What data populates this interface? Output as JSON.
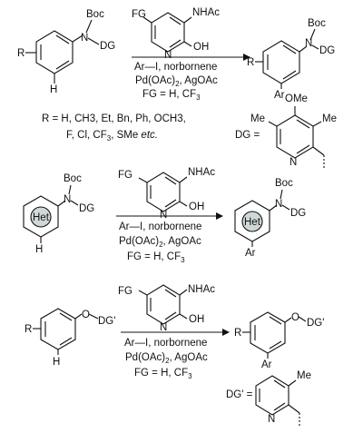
{
  "reactions": [
    {
      "id": "aniline",
      "reactant": {
        "r_label": "R",
        "n_label": "N",
        "boc": "Boc",
        "dg": "DG",
        "h": "H"
      },
      "reagent": {
        "fg": "FG",
        "nhac": "NHAc",
        "n": "N",
        "oh": "OH"
      },
      "conditions": {
        "line1": "Ar—I, norbornene",
        "line2_pre": "Pd(OAc)",
        "line2_sub": "2",
        "line2_post": ", AgOAc",
        "line3_pre": "FG = H, CF",
        "line3_sub": "3"
      },
      "product": {
        "r_label": "R",
        "n_label": "N",
        "boc": "Boc",
        "dg": "DG",
        "ar": "Ar"
      }
    },
    {
      "id": "heteroaryl",
      "reactant": {
        "het": "Het",
        "n_label": "N",
        "boc": "Boc",
        "dg": "DG",
        "h": "H"
      },
      "reagent": {
        "fg": "FG",
        "nhac": "NHAc",
        "n": "N",
        "oh": "OH"
      },
      "conditions": {
        "line1": "Ar—I, norbornene",
        "line2_pre": "Pd(OAc)",
        "line2_sub": "2",
        "line2_post": ", AgOAc",
        "line3_pre": "FG = H, CF",
        "line3_sub": "3"
      },
      "product": {
        "het": "Het",
        "n_label": "N",
        "boc": "Boc",
        "dg": "DG",
        "ar": "Ar"
      }
    },
    {
      "id": "phenol",
      "reactant": {
        "r_label": "R",
        "o_label": "O",
        "dg": "DG'",
        "h": "H"
      },
      "reagent": {
        "fg": "FG",
        "nhac": "NHAc",
        "n": "N",
        "oh": "OH"
      },
      "conditions": {
        "line1": "Ar—I, norbornene",
        "line2_pre": "Pd(OAc)",
        "line2_sub": "2",
        "line2_post": ", AgOAc",
        "line3_pre": "FG = H, CF",
        "line3_sub": "3"
      },
      "product": {
        "r_label": "R",
        "o_label": "O",
        "dg": "DG'",
        "ar": "Ar"
      }
    }
  ],
  "substituents": {
    "line1": "R = H, CH3, Et, Bn, Ph, OCH3,",
    "line2_pre": "F, Cl, CF",
    "line2_sub": "3",
    "line2_mid": ", SMe ",
    "line2_etc": "etc."
  },
  "dg_definition": {
    "label": "DG =",
    "ome": "OMe",
    "me_left": "Me",
    "me_right": "Me",
    "n": "N"
  },
  "dgprime_definition": {
    "label": "DG' =",
    "me": "Me",
    "n": "N"
  }
}
